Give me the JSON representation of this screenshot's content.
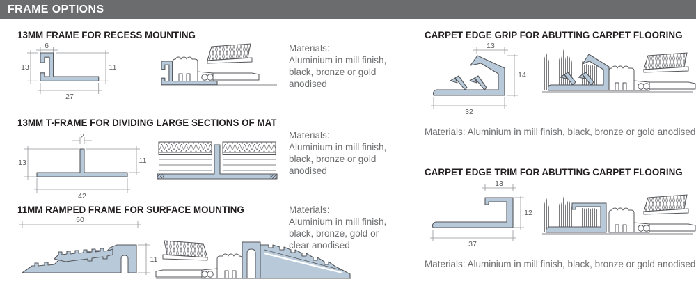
{
  "header": {
    "title": "FRAME OPTIONS"
  },
  "colors": {
    "header_bg": "#6b6c6e",
    "profile_fill": "#b8cada",
    "profile_outline": "#54565a",
    "dimension_text": "#58595b",
    "materials_text": "#6d6e70"
  },
  "sections": {
    "recess": {
      "title": "13MM FRAME FOR RECESS MOUNTING",
      "dim_top": "6",
      "dim_left": "13",
      "dim_right": "11",
      "dim_bottom": "27",
      "materials": [
        "Materials:",
        "Aluminium in mill finish,",
        "black, bronze or gold",
        "anodised"
      ]
    },
    "tframe": {
      "title": "13MM T-FRAME FOR DIVIDING LARGE SECTIONS OF MAT",
      "dim_top": "2",
      "dim_left": "13",
      "dim_right": "11",
      "dim_bottom": "42",
      "materials": [
        "Materials:",
        "Aluminium in mill finish,",
        "black, bronze or gold",
        "anodised"
      ]
    },
    "ramped": {
      "title": "11MM RAMPED FRAME FOR SURFACE MOUNTING",
      "dim_top": "50",
      "dim_right": "11",
      "materials": [
        "Materials:",
        "Aluminium in mill finish,",
        "black, bronze, gold or",
        "clear anodised"
      ]
    },
    "edge_grip": {
      "title": "CARPET EDGE GRIP FOR ABUTTING CARPET FLOORING",
      "dim_top": "13",
      "dim_right": "14",
      "dim_bottom": "32",
      "materials": "Materials: Aluminium in mill finish, black, bronze or gold anodised"
    },
    "edge_trim": {
      "title": "CARPET EDGE TRIM FOR ABUTTING CARPET FLOORING",
      "dim_top": "13",
      "dim_right": "12",
      "dim_bottom": "37",
      "materials": "Materials: Aluminium in mill finish, black, bronze or gold anodised"
    }
  }
}
